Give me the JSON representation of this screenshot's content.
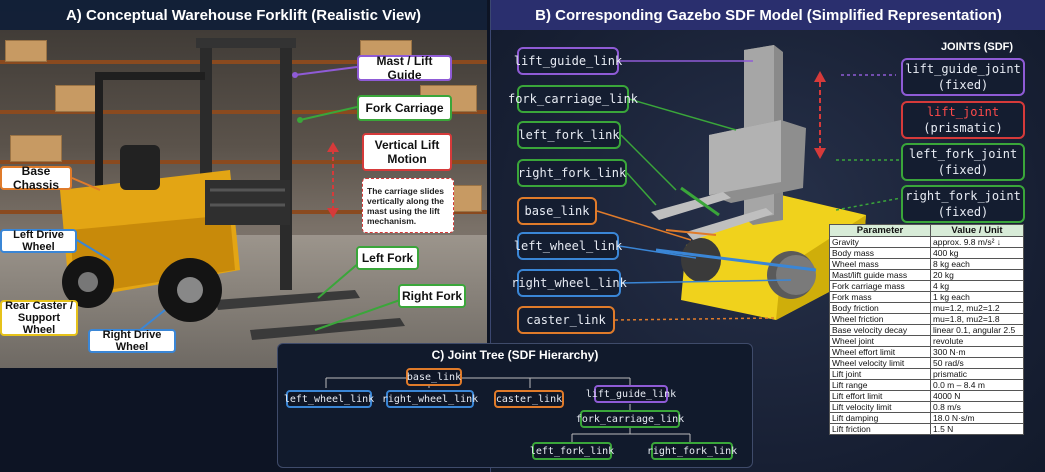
{
  "panel_a": {
    "title": "A) Conceptual Warehouse Forklift (Realistic View)",
    "callouts": {
      "mast": "Mast / Lift Guide",
      "fork_carriage": "Fork Carriage",
      "vertical_lift_title": "Vertical Lift Motion",
      "vertical_lift_desc": "The carriage slides vertically along the mast using the lift mechanism.",
      "base_chassis": "Base Chassis",
      "left_drive_wheel": "Left Drive Wheel",
      "rear_caster": "Rear Caster / Support Wheel",
      "right_drive_wheel": "Right Drive Wheel",
      "left_fork": "Left Fork",
      "right_fork": "Right Fork"
    }
  },
  "panel_b": {
    "title": "B) Corresponding Gazebo SDF Model (Simplified Representation)",
    "links": {
      "lift_guide_link": "lift_guide_link",
      "fork_carriage_link": "fork_carriage_link",
      "left_fork_link": "left_fork_link",
      "right_fork_link": "right_fork_link",
      "base_link": "base_link",
      "left_wheel_link": "left_wheel_link",
      "right_wheel_link": "right_wheel_link",
      "caster_link": "caster_link"
    },
    "joints_header": "JOINTS (SDF)",
    "joints": [
      {
        "name": "lift_guide_joint",
        "type": "(fixed)"
      },
      {
        "name": "lift_joint",
        "type": "(prismatic)"
      },
      {
        "name": "left_fork_joint",
        "type": "(fixed)"
      },
      {
        "name": "right_fork_joint",
        "type": "(fixed)"
      }
    ]
  },
  "panel_c": {
    "title": "C) Joint Tree (SDF Hierarchy)",
    "nodes": {
      "base_link": "base_link",
      "left_wheel_link": "left_wheel_link",
      "right_wheel_link": "right_wheel_link",
      "caster_link": "caster_link",
      "lift_guide_link": "lift_guide_link",
      "fork_carriage_link": "fork_carriage_link",
      "left_fork_link": "left_fork_link",
      "right_fork_link": "right_fork_link"
    }
  },
  "param_table": {
    "headers": [
      "Parameter",
      "Value / Unit"
    ],
    "rows": [
      [
        "Gravity",
        "approx. 9.8 m/s² ↓"
      ],
      [
        "Body mass",
        "400 kg"
      ],
      [
        "Wheel mass",
        "8 kg each"
      ],
      [
        "Mast/lift guide mass",
        "20 kg"
      ],
      [
        "Fork carriage mass",
        "4 kg"
      ],
      [
        "Fork mass",
        "1 kg each"
      ],
      [
        "Body friction",
        "mu=1.2, mu2=1.2"
      ],
      [
        "Wheel friction",
        "mu=1.8, mu2=1.8"
      ],
      [
        "Base velocity decay",
        "linear 0.1, angular 2.5"
      ],
      [
        "Wheel joint",
        "revolute"
      ],
      [
        "Wheel effort limit",
        "300 N·m"
      ],
      [
        "Wheel velocity limit",
        "50 rad/s"
      ],
      [
        "Lift joint",
        "prismatic"
      ],
      [
        "Lift range",
        "0.0 m – 8.4 m"
      ],
      [
        "Lift effort limit",
        "4000 N"
      ],
      [
        "Lift velocity limit",
        "0.8 m/s"
      ],
      [
        "Lift damping",
        "18.0 N·s/m"
      ],
      [
        "Lift friction",
        "1.5 N"
      ]
    ]
  },
  "colors": {
    "purple": "#8f5bd6",
    "green": "#3aa63a",
    "red": "#d63a3a",
    "orange": "#e07b2a",
    "blue": "#3a86d6",
    "yellow": "#e6c21a"
  }
}
